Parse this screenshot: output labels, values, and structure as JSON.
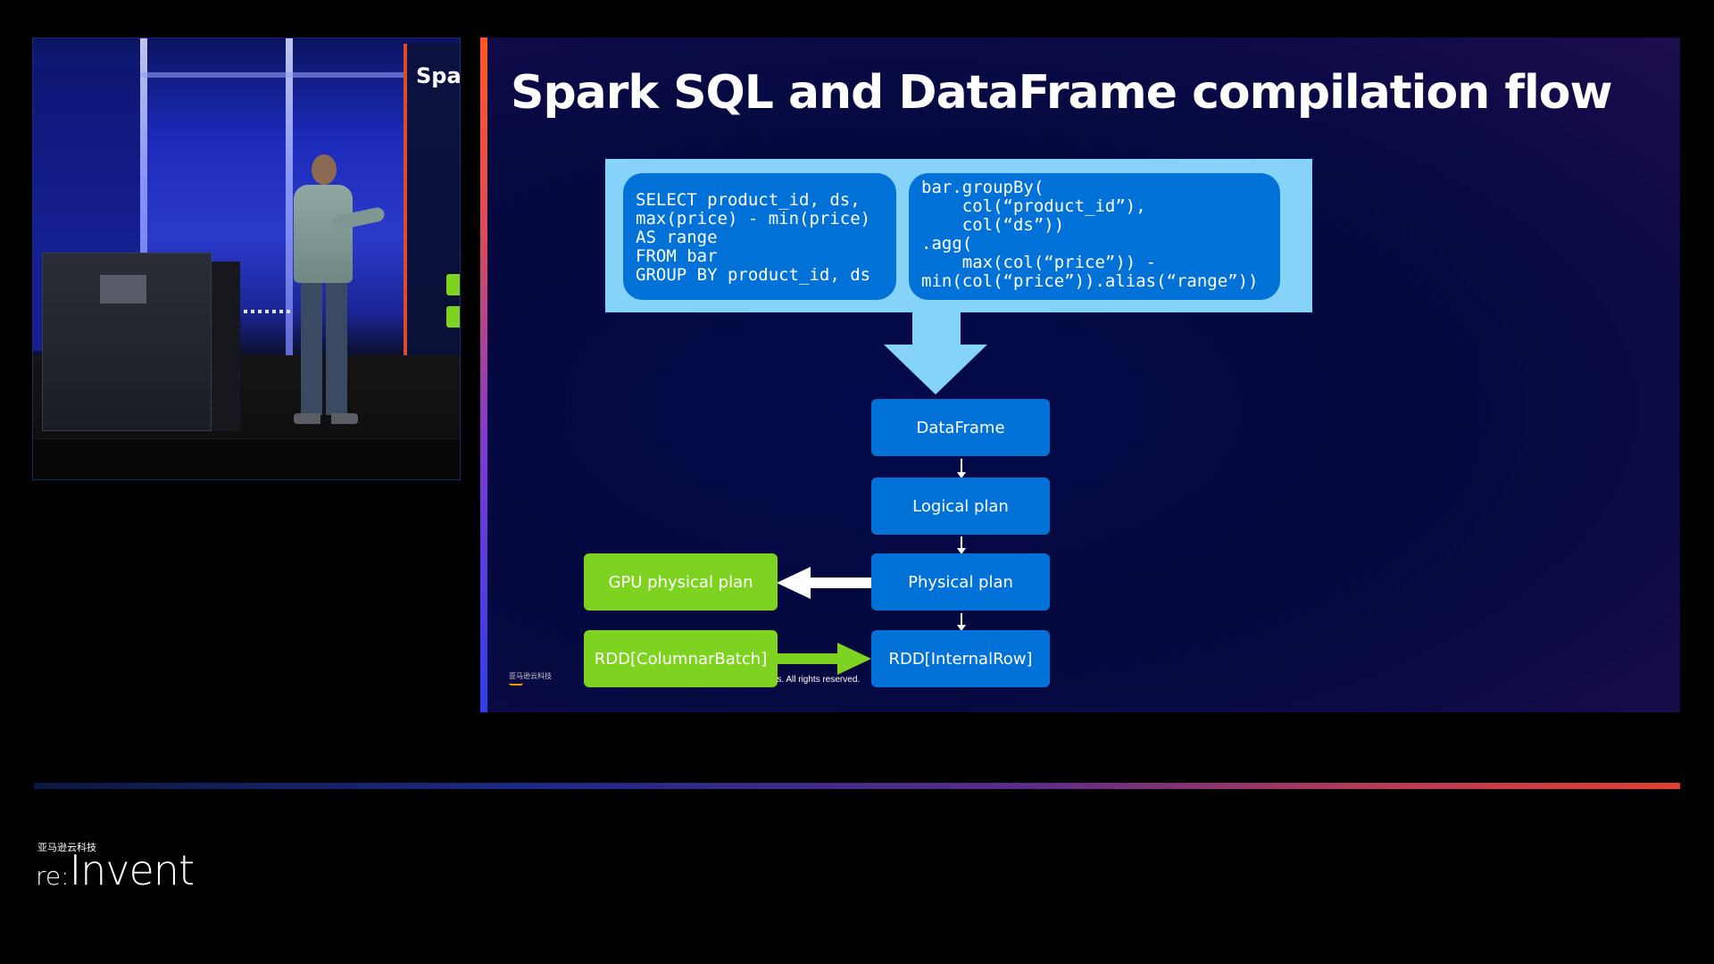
{
  "video": {
    "screen_title": "Spar"
  },
  "slide": {
    "title": "Spark SQL and DataFrame compilation flow",
    "sql_code": "SELECT product_id, ds,\nmax(price) - min(price)\nAS range\nFROM bar\nGROUP BY product_id, ds",
    "dataframe_code": "bar.groupBy(\n    col(“product_id”),\n    col(“ds”))\n.agg(\n    max(col(“price”)) -\nmin(col(“price”)).alias(“range”))",
    "nodes": {
      "dataframe": "DataFrame",
      "logical_plan": "Logical plan",
      "physical_plan": "Physical plan",
      "internal_row": "RDD[InternalRow]",
      "gpu_plan": "GPU physical plan",
      "columnar_batch": "RDD[ColumnarBatch]"
    },
    "footer_logo_text": "亚马逊云科技",
    "copyright": "tes. All rights reserved."
  },
  "brand": {
    "caption": "亚马逊云科技",
    "logo_re": "re:",
    "logo_invent": "Invent"
  },
  "colors": {
    "node_blue": "#0071d6",
    "node_green": "#7ed321",
    "code_panel": "#86d3fa",
    "slide_bg": "#05093f"
  }
}
